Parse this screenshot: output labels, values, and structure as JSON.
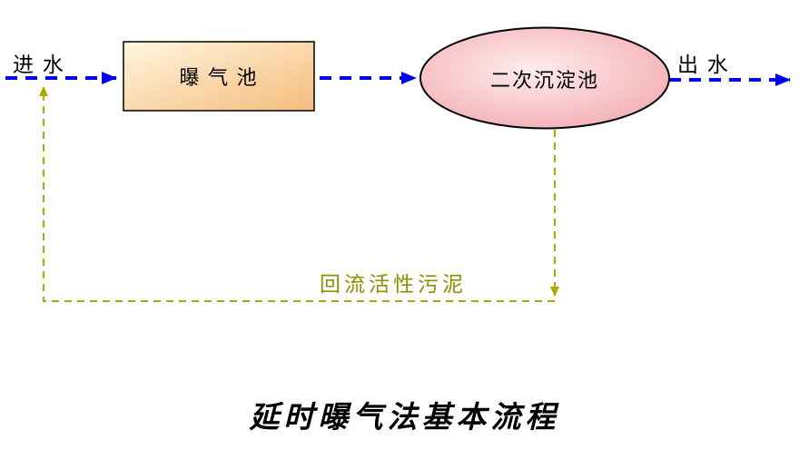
{
  "diagram": {
    "inlet_label": "进 水",
    "outlet_label": "出 水",
    "aeration_tank_label": "曝 气 池",
    "sedimentation_tank_label": "二次沉淀池",
    "return_sludge_label": "回流活性污泥",
    "title": "延时曝气法基本流程",
    "colors": {
      "flow_line": "#0000EE",
      "sludge_line": "#AAAA00",
      "sludge_text": "#8F8F00",
      "shape_border": "#000000",
      "aeration_fill_light": "#FFF6E0",
      "aeration_fill_dark": "#F5BC7C",
      "sedimentation_fill_light": "#FFEDED",
      "sedimentation_fill_dark": "#EF9FA6"
    }
  }
}
